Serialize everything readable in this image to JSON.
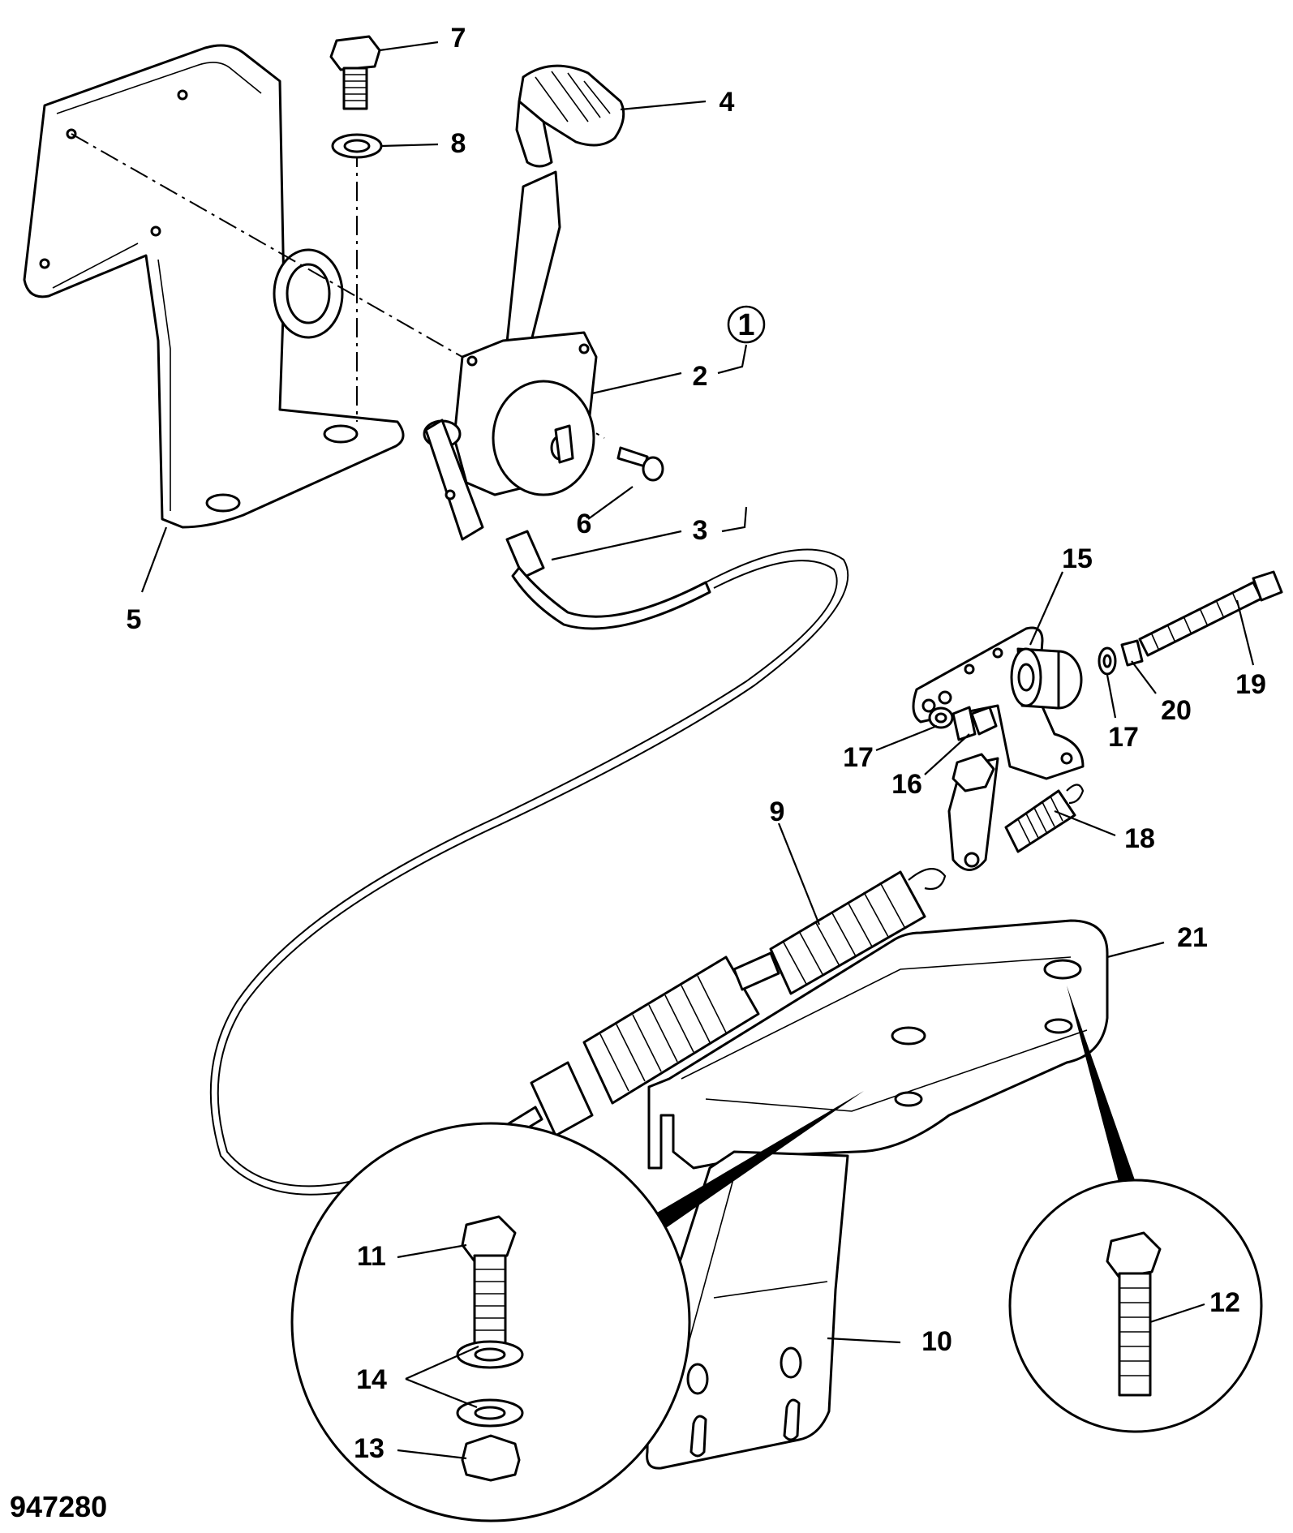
{
  "figure_number": "947280",
  "callouts": {
    "c1": "1",
    "c2": "2",
    "c3": "3",
    "c4": "4",
    "c5": "5",
    "c6": "6",
    "c7": "7",
    "c8": "8",
    "c9": "9",
    "c10": "10",
    "c11": "11",
    "c12": "12",
    "c13": "13",
    "c14": "14",
    "c15": "15",
    "c16": "16",
    "c17a": "17",
    "c17b": "17",
    "c18": "18",
    "c19": "19",
    "c20": "20",
    "c21": "21"
  }
}
